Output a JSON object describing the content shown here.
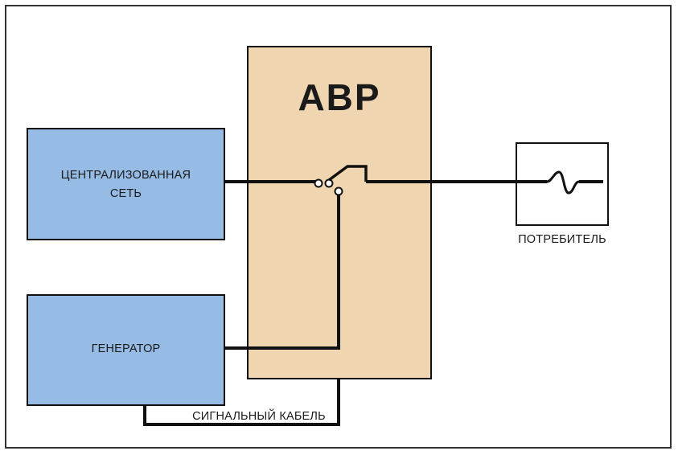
{
  "blocks": {
    "mains_label": "ЦЕНТРАЛИЗОВАННАЯ\nСЕТЬ",
    "generator_label": "ГЕНЕРАТОР",
    "ats_title": "АВР",
    "consumer_label": "ПОТРЕБИТЕЛЬ"
  },
  "connections": {
    "signal_cable_label": "СИГНАЛЬНЫЙ КАБЕЛЬ"
  },
  "colors": {
    "source_fill": "#96bce6",
    "ats_fill": "#f0d6b0",
    "line": "#111111"
  },
  "icons": {
    "consumer": "sine-wave-icon",
    "switch": "transfer-switch-icon"
  }
}
